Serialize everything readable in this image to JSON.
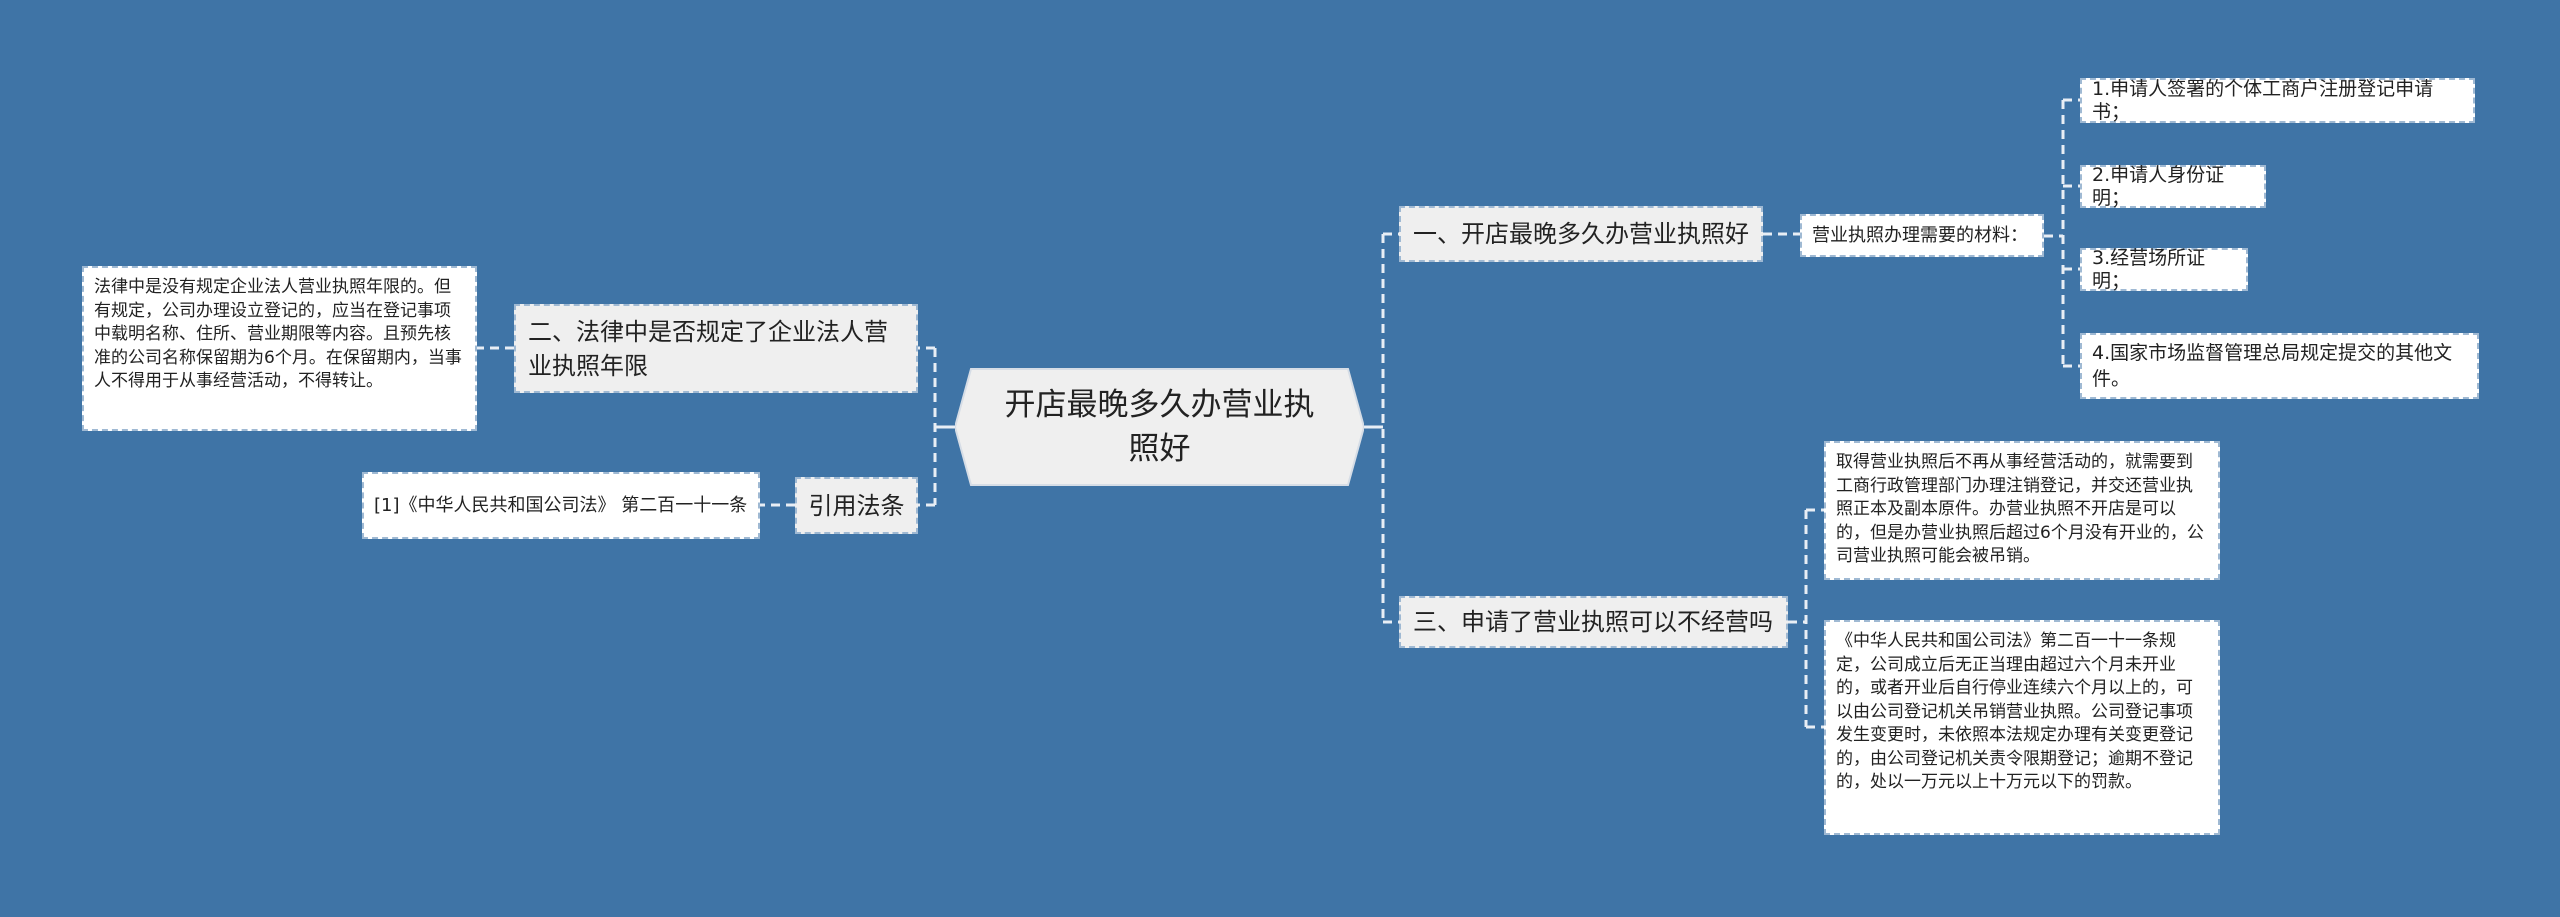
{
  "colors": {
    "background": "#3f74a6",
    "node_grey": "#efefef",
    "node_white": "#ffffff",
    "connector": "#e8eef5"
  },
  "root": {
    "label": "开店最晚多久办营业执照好"
  },
  "right": {
    "branch1": {
      "label": "一、开店最晚多久办营业执照好",
      "child": {
        "label": "营业执照办理需要的材料：",
        "items": [
          "1.申请人签署的个体工商户注册登记申请书；",
          "2.申请人身份证明；",
          "3.经营场所证明；",
          "4.国家市场监督管理总局规定提交的其他文件。"
        ]
      }
    },
    "branch3": {
      "label": "三、申请了营业执照可以不经营吗",
      "details": [
        "取得营业执照后不再从事经营活动的，就需要到工商行政管理部门办理注销登记，并交还营业执照正本及副本原件。办营业执照不开店是可以的，但是办营业执照后超过6个月没有开业的，公司营业执照可能会被吊销。",
        "《中华人民共和国公司法》第二百一十一条规定，公司成立后无正当理由超过六个月未开业的，或者开业后自行停业连续六个月以上的，可以由公司登记机关吊销营业执照。公司登记事项发生变更时，未依照本法规定办理有关变更登记的，由公司登记机关责令限期登记；逾期不登记的，处以一万元以上十万元以下的罚款。"
      ]
    }
  },
  "left": {
    "branch2": {
      "label": "二、法律中是否规定了企业法人营业执照年限",
      "detail": "法律中是没有规定企业法人营业执照年限的。但有规定，公司办理设立登记的，应当在登记事项中载明名称、住所、营业期限等内容。且预先核准的公司名称保留期为6个月。在保留期内，当事人不得用于从事经营活动，不得转让。"
    },
    "citation": {
      "label": "引用法条",
      "detail": "[1]《中华人民共和国公司法》 第二百一十一条"
    }
  }
}
